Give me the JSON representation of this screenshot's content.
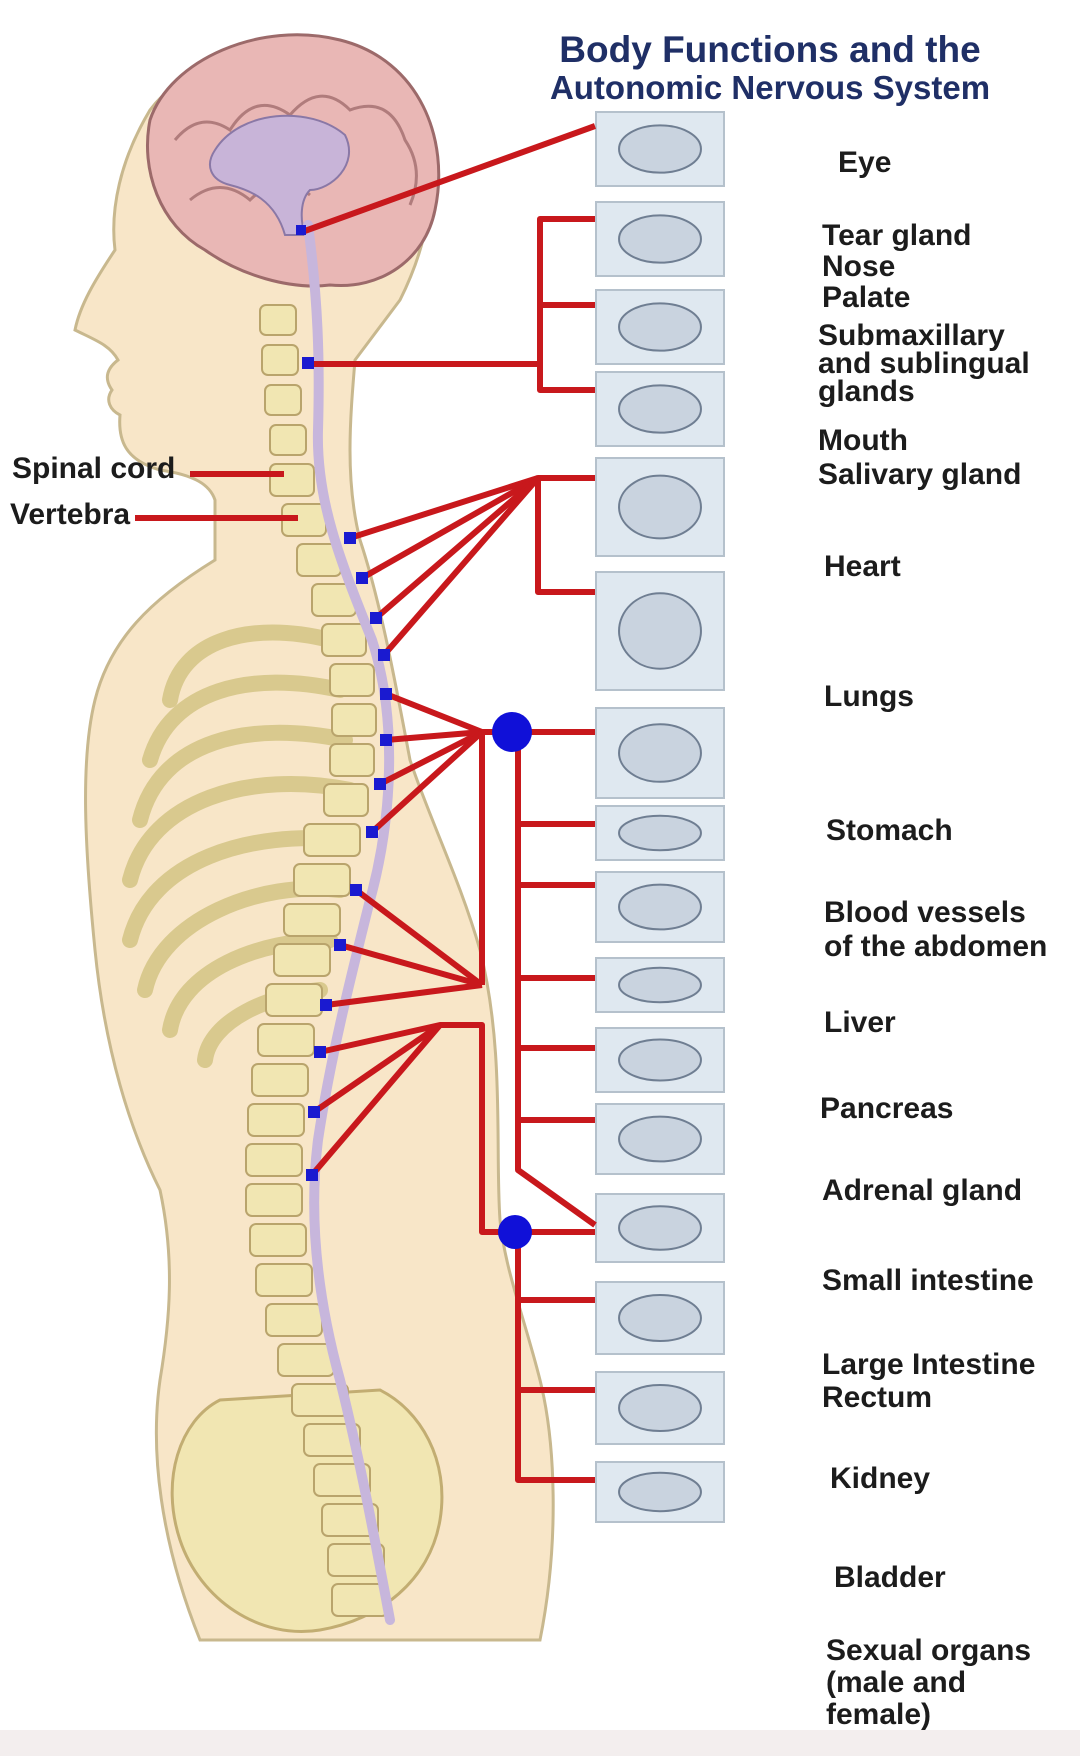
{
  "title": {
    "line1": "Body Functions and the",
    "line2": "Autonomic Nervous System"
  },
  "structure_labels": {
    "spinal_cord": "Spinal cord",
    "vertebra": "Vertebra"
  },
  "organs": [
    {
      "id": "eye",
      "label": "Eye",
      "icon": "eye-icon"
    },
    {
      "id": "tear-gland",
      "label": "Tear gland\nNose\nPalate",
      "icon": "tear-gland-icon"
    },
    {
      "id": "submaxillary",
      "label": "Submaxillary\nand sublingual\nglands",
      "icon": "salivary-glands-icon"
    },
    {
      "id": "mouth",
      "label": "Mouth\nSalivary gland",
      "icon": "mouth-icon"
    },
    {
      "id": "heart",
      "label": "Heart",
      "icon": "heart-icon"
    },
    {
      "id": "lungs",
      "label": "Lungs",
      "icon": "lungs-icon"
    },
    {
      "id": "stomach",
      "label": "Stomach",
      "icon": "stomach-icon"
    },
    {
      "id": "blood-vessels",
      "label": "Blood vessels\nof the abdomen",
      "icon": "blood-vessel-icon"
    },
    {
      "id": "liver",
      "label": "Liver",
      "icon": "liver-icon"
    },
    {
      "id": "pancreas",
      "label": "Pancreas",
      "icon": "pancreas-icon"
    },
    {
      "id": "adrenal",
      "label": "Adrenal gland",
      "icon": "adrenal-gland-icon"
    },
    {
      "id": "small-intestine",
      "label": "Small intestine",
      "icon": "small-intestine-icon"
    },
    {
      "id": "large-intestine",
      "label": "Large Intestine\nRectum",
      "icon": "large-intestine-icon"
    },
    {
      "id": "kidney",
      "label": "Kidney",
      "icon": "kidney-icon"
    },
    {
      "id": "bladder",
      "label": "Bladder",
      "icon": "bladder-icon"
    },
    {
      "id": "sexual-organs",
      "label": "Sexual organs\n(male and\n  female)",
      "icon": "reproductive-organs-icon"
    }
  ],
  "colors": {
    "nerve": "#c8181c",
    "ganglion": "#1010d8",
    "title": "#1f2f66",
    "skin": "#f8e6c8",
    "bone": "#f1e6b2",
    "brain": "#e9b7b5",
    "organ_box": "#dfe8f0"
  }
}
